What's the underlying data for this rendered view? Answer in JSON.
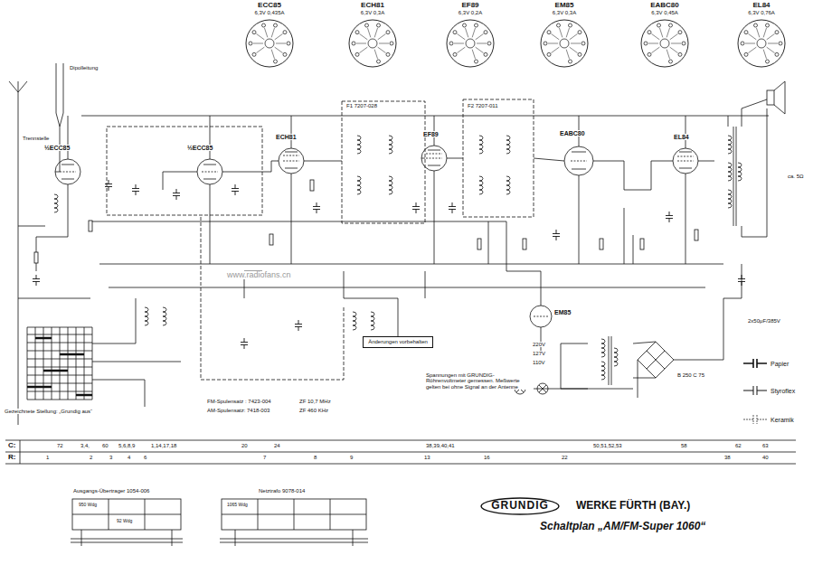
{
  "diagram": {
    "title": "Schaltplan „AM/FM-Super 1060“",
    "nodes": [
      {
        "text": [
          "ECC85",
          "6,3V 0,435A"
        ]
      },
      {
        "text": [
          "ECH81",
          "6,3V 0,3A"
        ]
      },
      {
        "text": [
          "EF89",
          "6,3V 0,2A"
        ]
      },
      {
        "text": [
          "EM85",
          "6,3V 0,3A"
        ]
      },
      {
        "text": [
          "EABC80",
          "6,3V 0,45A"
        ]
      },
      {
        "text": [
          "EL84",
          "6,3V 0,76A"
        ]
      },
      {
        "text": [
          "Änderungen vorbehalten"
        ]
      },
      {
        "text": [
          "GRUNDIG"
        ]
      }
    ],
    "labels": [
      "Dipolleitung",
      "Trennstelle",
      "½ECC85",
      "½ECC85",
      "ECH81",
      "EF89",
      "EABC80",
      "EL84",
      "EM85",
      "F1 7207-028",
      "F2 7207-011",
      "FM-Spulensatz : 7423-004",
      "ZF 10,7 MHz",
      "AM-Spulensatz: 7418-003",
      "ZF 460 KHz",
      "Spannungen mit GRUNDIG-Röhrenvoltmeter gemessen. Meßwerte gelten bei ohne Signal an der Antenne",
      "Gezeichnete Stellung: „Grundig aus“",
      "ca. 5Ω",
      "2x50μF/385V",
      "220V",
      "127V",
      "110V",
      "B 250 C 75",
      "www.radiofans.cn",
      "Ausgangs-Übertrager 1054-006",
      "950 Wdg",
      "92 Wdg",
      "Netztrafo 9078-014",
      "1065 Wdg",
      "WERKE FÜRTH (BAY.)",
      "C:",
      "R:",
      "72",
      "3,4,",
      "60",
      "5,6,8,9",
      "1,14,17,18",
      "20",
      "24",
      "38,39,40,41",
      "50,51,52,53",
      "58",
      "62",
      "63",
      "1",
      "2",
      "3",
      "4",
      "6",
      "7",
      "8",
      "9",
      "13",
      "16",
      "22",
      "38",
      "40"
    ],
    "legend": [
      {
        "text": "Papier"
      },
      {
        "text": "Styroflex"
      },
      {
        "text": "Keramik"
      }
    ]
  }
}
